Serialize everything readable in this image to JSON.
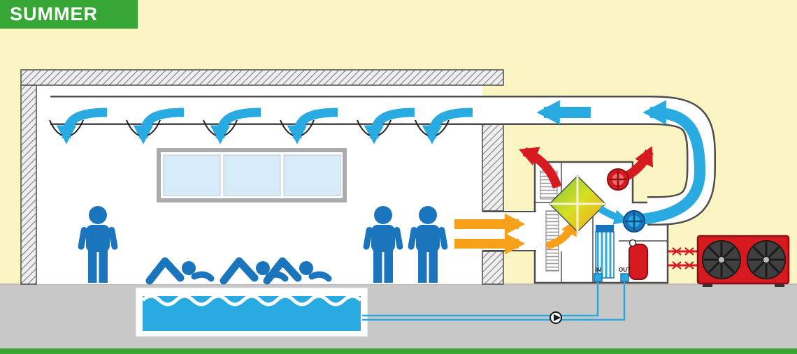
{
  "header": {
    "title": "SUMMER"
  },
  "unit_labels": {
    "in": "IN",
    "out": "OUT"
  },
  "colors": {
    "banner_green": "#36A635",
    "background_yellow": "#FBF4C3",
    "ground_gray": "#C8C8C8",
    "supply_air_blue": "#29ABE2",
    "people_blue": "#1B75BC",
    "exhaust_warm_orange": "#F7A11B",
    "hot_air_red": "#D71920",
    "condenser_red": "#D71920",
    "pool_water_cyan": "#29ABE2",
    "heat_exchanger_green": "#7FC241",
    "heat_exchanger_yellow": "#D7DF23",
    "wall_hatch_gray": "#8D8D8D"
  }
}
